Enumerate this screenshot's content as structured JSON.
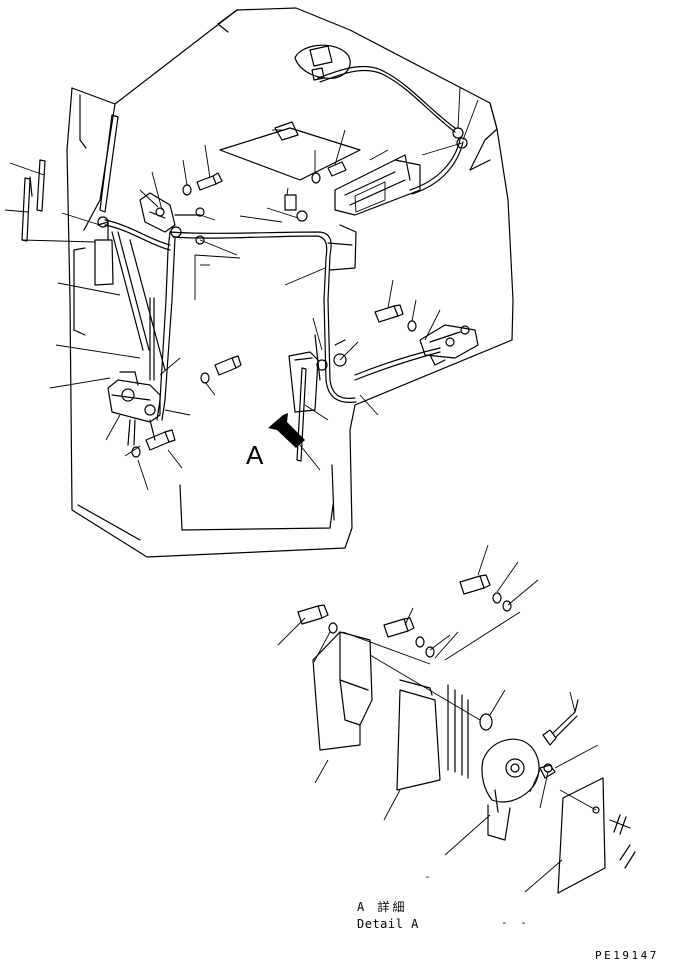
{
  "labels": {
    "view_letter": "A",
    "detail_ja": "A 詳細",
    "detail_en": "Detail A",
    "part_code": "PE19147",
    "dash_mark_1": "-",
    "dash_mark_2": "- -"
  },
  "colors": {
    "line": "#000000",
    "background": "#ffffff"
  },
  "icons": {
    "view_arrow": "view-direction-arrow-icon"
  }
}
